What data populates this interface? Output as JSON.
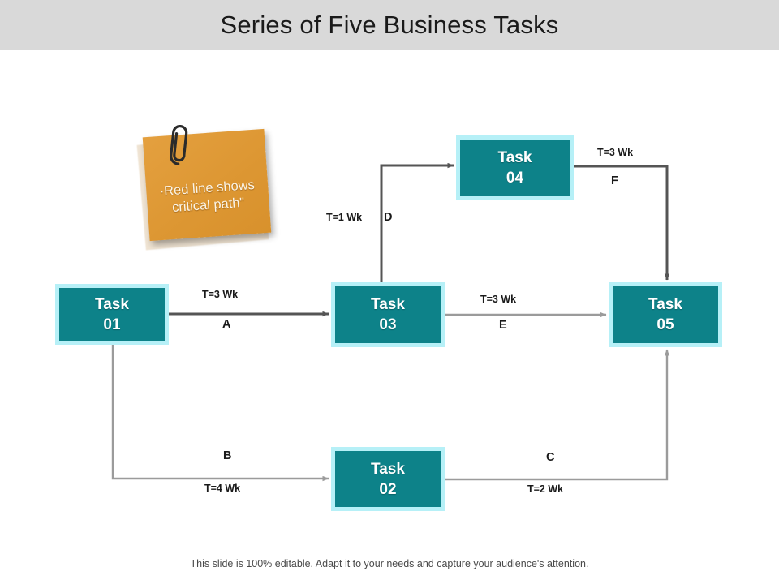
{
  "header": {
    "title": "Series of Five Business Tasks"
  },
  "colors": {
    "header_bar": "#d9d9d9",
    "task_fill": "#0d8289",
    "task_border": "#b6f0f7",
    "task_text": "#ffffff",
    "critical_path_arrow": "#555555",
    "normal_arrow": "#9b9b9b",
    "note_paper": "#dd9733",
    "note_text": "#fbf4e6"
  },
  "note": {
    "name": "critical-path-note",
    "icon": "paperclip-icon",
    "text": "·Red line shows critical path\""
  },
  "nodes": [
    {
      "id": "task01",
      "line1": "Task",
      "line2": "01"
    },
    {
      "id": "task02",
      "line1": "Task",
      "line2": "02"
    },
    {
      "id": "task03",
      "line1": "Task",
      "line2": "03"
    },
    {
      "id": "task04",
      "line1": "Task",
      "line2": "04"
    },
    {
      "id": "task05",
      "line1": "Task",
      "line2": "05"
    }
  ],
  "edges": [
    {
      "id": "A",
      "from": "task01",
      "to": "task03",
      "duration": "T=3 Wk",
      "critical": true
    },
    {
      "id": "B",
      "from": "task01",
      "to": "task02",
      "duration": "T=4 Wk",
      "critical": false
    },
    {
      "id": "C",
      "from": "task02",
      "to": "task05",
      "duration": "T=2 Wk",
      "critical": false
    },
    {
      "id": "D",
      "from": "task03",
      "to": "task04",
      "duration": "T=1 Wk",
      "critical": true
    },
    {
      "id": "E",
      "from": "task03",
      "to": "task05",
      "duration": "T=3 Wk",
      "critical": false
    },
    {
      "id": "F",
      "from": "task04",
      "to": "task05",
      "duration": "T=3 Wk",
      "critical": true
    }
  ],
  "labels": {
    "a_time": "T=3 Wk",
    "a_id": "A",
    "b_time": "T=4 Wk",
    "b_id": "B",
    "c_time": "T=2 Wk",
    "c_id": "C",
    "d_time": "T=1 Wk",
    "d_id": "D",
    "e_time": "T=3 Wk",
    "e_id": "E",
    "f_time": "T=3 Wk",
    "f_id": "F"
  },
  "footer": {
    "text": "This slide is 100% editable. Adapt it to your needs and capture your audience's attention."
  }
}
